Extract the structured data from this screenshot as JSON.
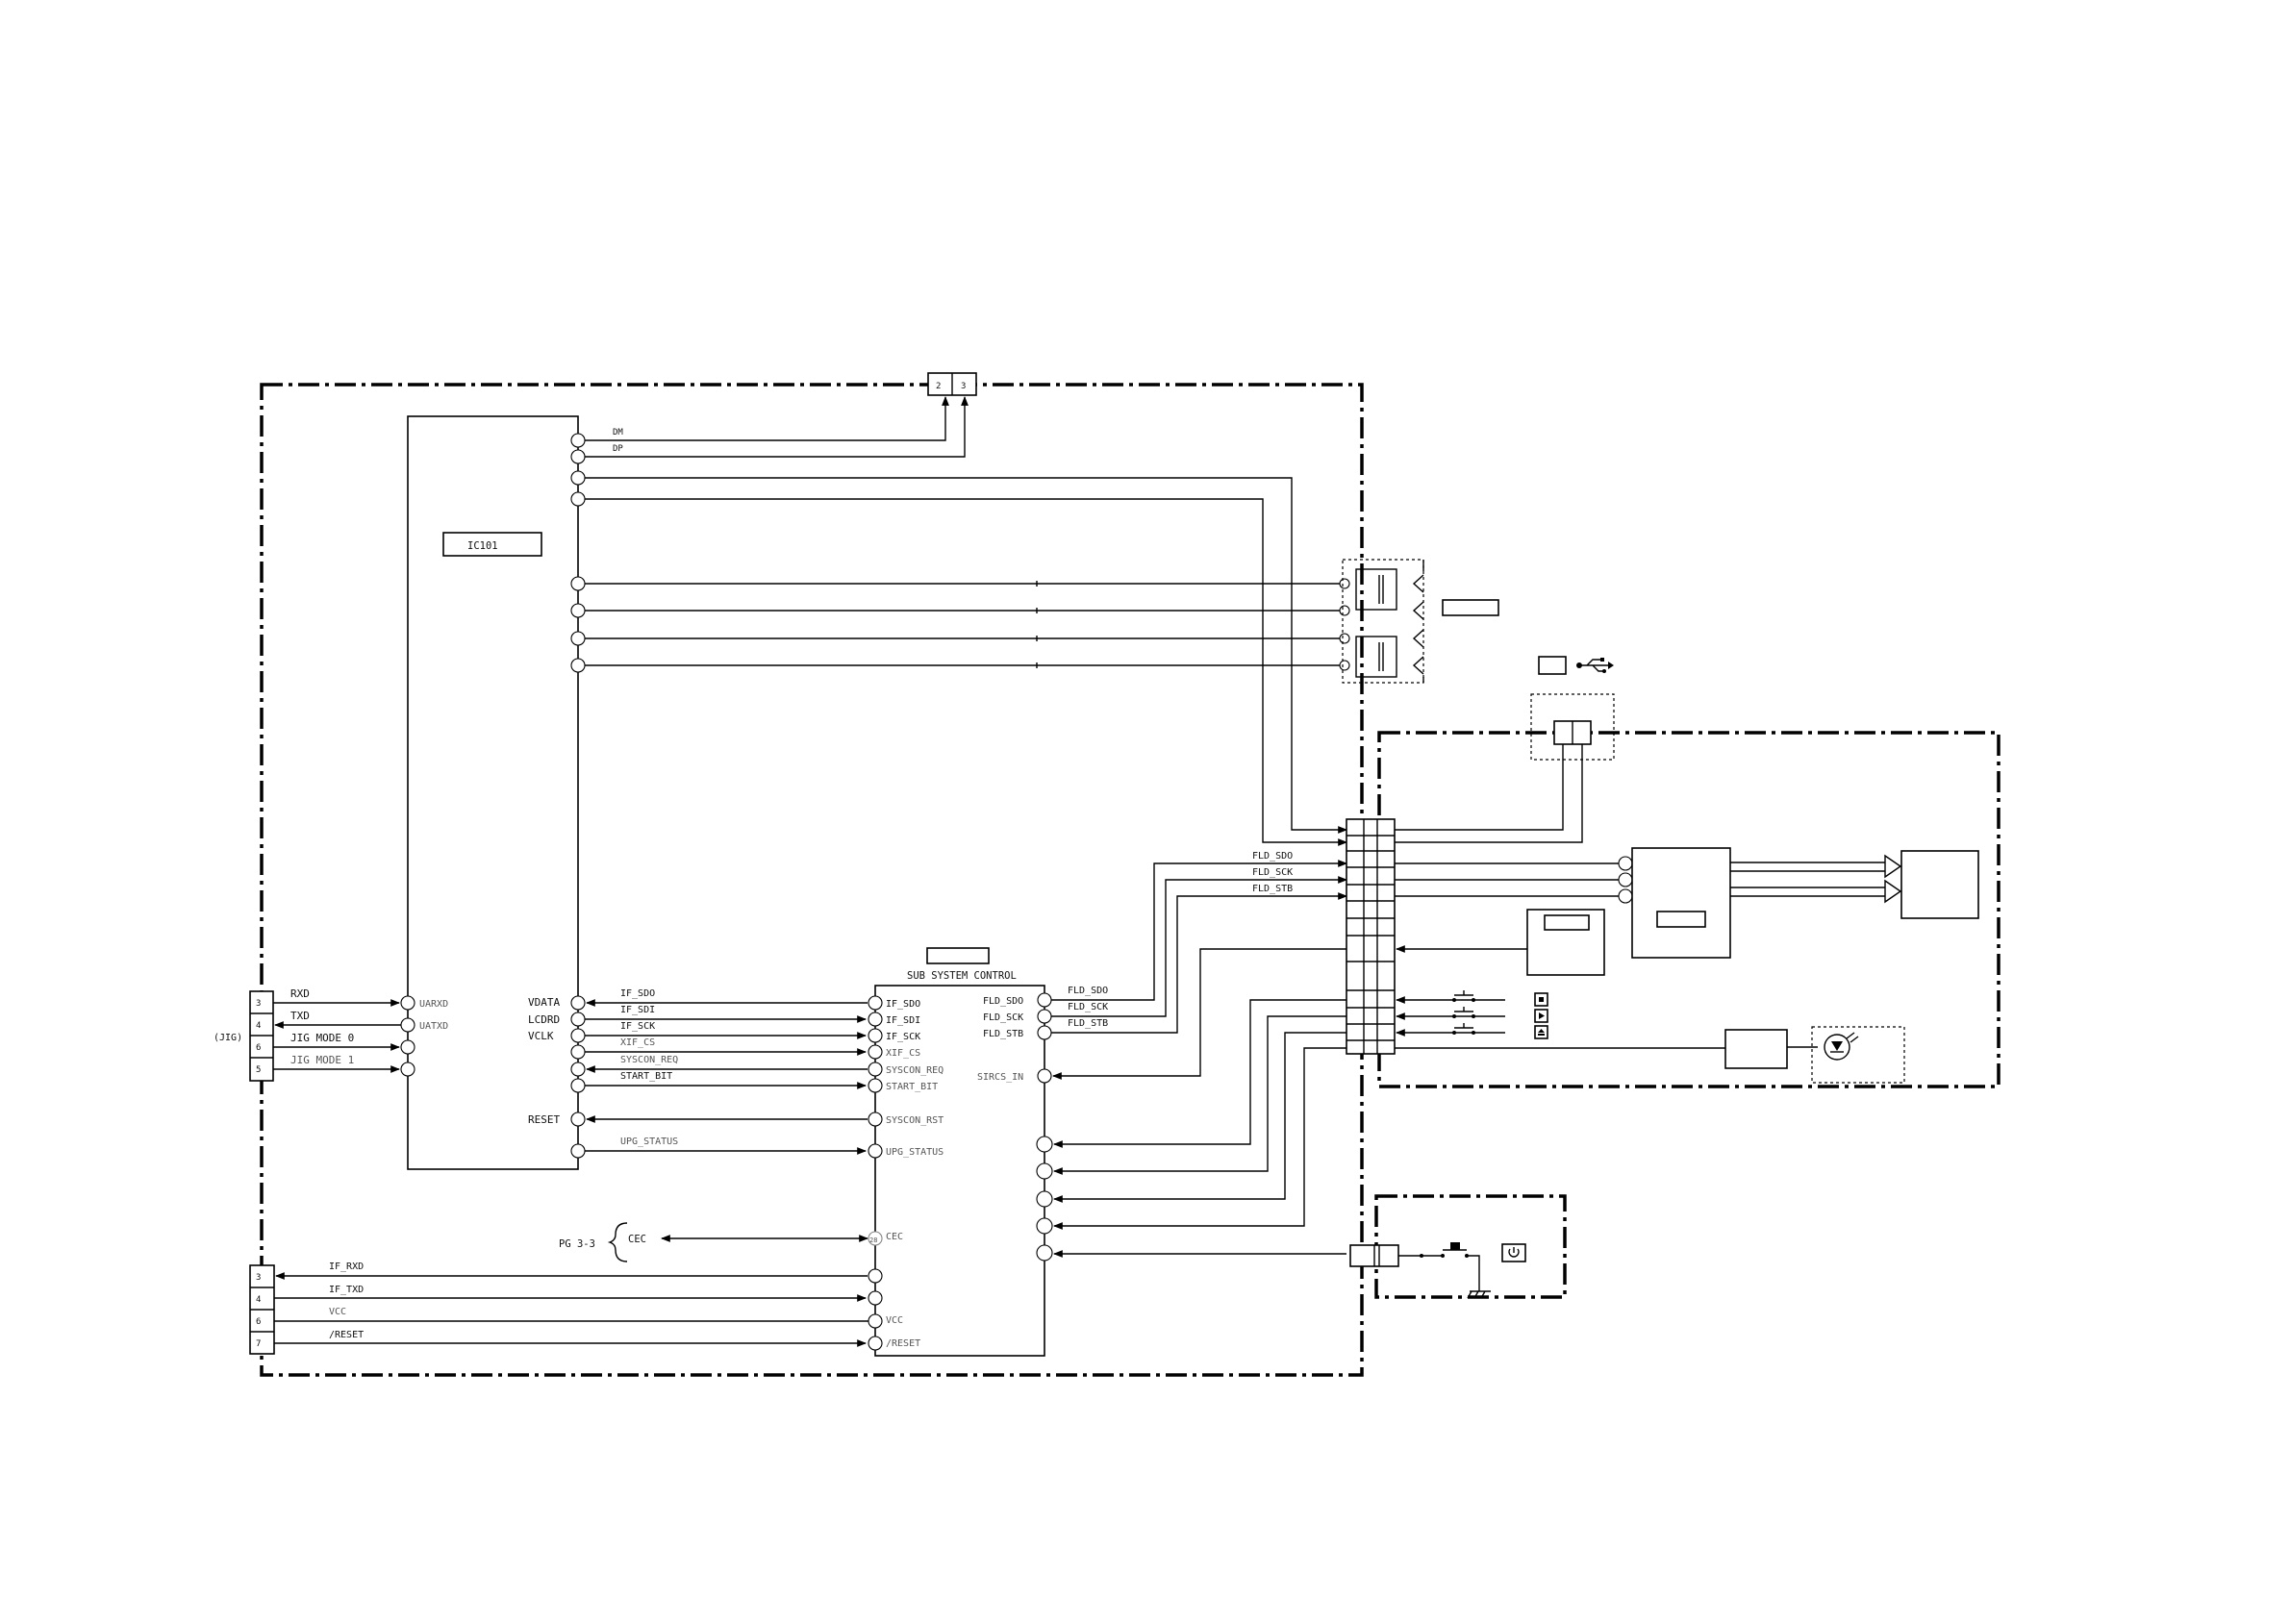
{
  "ic101": {
    "label": "IC101",
    "pins": {
      "dm": "DM",
      "dp": "DP",
      "uarxd": "UARXD",
      "uatxd": "UATXD",
      "vdata": "VDATA",
      "lcdrd": "LCDRD",
      "vclk": "VCLK",
      "reset": "RESET"
    }
  },
  "jig": {
    "label": "(JIG)",
    "pins": [
      "3",
      "4",
      "6",
      "5"
    ],
    "signals": [
      "RXD",
      "TXD",
      "JIG MODE 0",
      "JIG MODE 1"
    ]
  },
  "usb_connector": {
    "pins": [
      "2",
      "3"
    ]
  },
  "syscon": {
    "title": "SUB SYSTEM CONTROL",
    "left_pins": [
      "IF_SDO",
      "IF_SDI",
      "IF_SCK",
      "XIF_CS",
      "SYSCON_REQ",
      "START_BIT",
      "SYSCON_RST",
      "UPG_STATUS",
      "CEC",
      "VCC",
      "/RESET"
    ],
    "right_pins": [
      "FLD_SDO",
      "FLD_SCK",
      "FLD_STB",
      "SIRCS_IN"
    ],
    "cec_pin_number": "28"
  },
  "bus_signals": [
    "IF_SDO",
    "IF_SDI",
    "IF_SCK",
    "XIF_CS",
    "SYSCON_REQ",
    "START_BIT",
    "UPG_STATUS"
  ],
  "fld_signals": [
    "FLD_SDO",
    "FLD_SCK",
    "FLD_STB"
  ],
  "fld_bus_signals": [
    "FLD_SDO",
    "FLD_SCK",
    "FLD_STB"
  ],
  "cec_ref": {
    "page": "PG 3-3",
    "label": "CEC"
  },
  "bottom_connector": {
    "pins": [
      "3",
      "4",
      "6",
      "7"
    ],
    "signals": [
      "IF_RXD",
      "IF_TXD",
      "VCC",
      "/RESET"
    ]
  }
}
